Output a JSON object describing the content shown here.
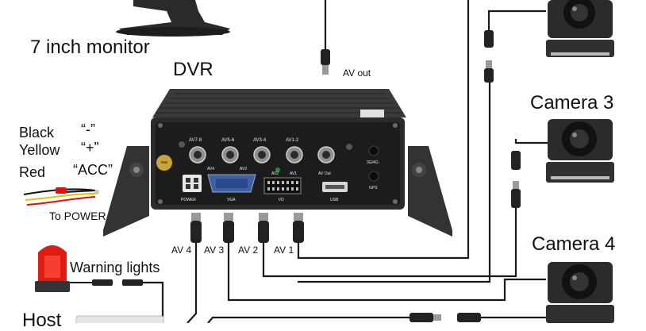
{
  "labels": {
    "monitor": "7 inch monitor",
    "dvr": "DVR",
    "av_out": "AV out",
    "camera3": "Camera 3",
    "camera4": "Camera 4",
    "black": "Black",
    "black_sign": "“-”",
    "yellow": "Yellow",
    "yellow_sign": "“+”",
    "red": "Red",
    "red_sign": "“ACC”",
    "to_power": "To POWER",
    "warning_lights": "Warning lights",
    "host": "Host",
    "av1": "AV 1",
    "av2": "AV 2",
    "av3": "AV 3",
    "av4": "AV 4"
  },
  "panel": {
    "av78": "AV7-8",
    "av56": "AV5-6",
    "av34": "AV3-4",
    "av12": "AV1-2",
    "av4": "AV4",
    "av3": "AV3",
    "av2": "AV2",
    "av1": "AV1",
    "avout": "AV Out",
    "g34": "3G/4G",
    "gps": "GPS",
    "power": "POWER",
    "vga": "VGA",
    "io": "I/O",
    "usb": "USB"
  },
  "colors": {
    "dvr_body": "#2b2b2b",
    "panel": "#1c1c1c",
    "cable": "#1a1a1a",
    "beacon": "#e01b12",
    "text": "#111111"
  }
}
